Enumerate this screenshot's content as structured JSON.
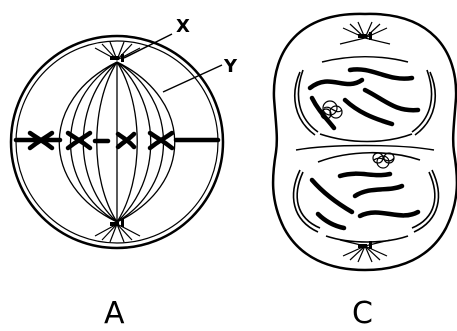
{
  "labels": {
    "x": "X",
    "y": "Y"
  },
  "captions": {
    "a": "A",
    "c": "C"
  }
}
